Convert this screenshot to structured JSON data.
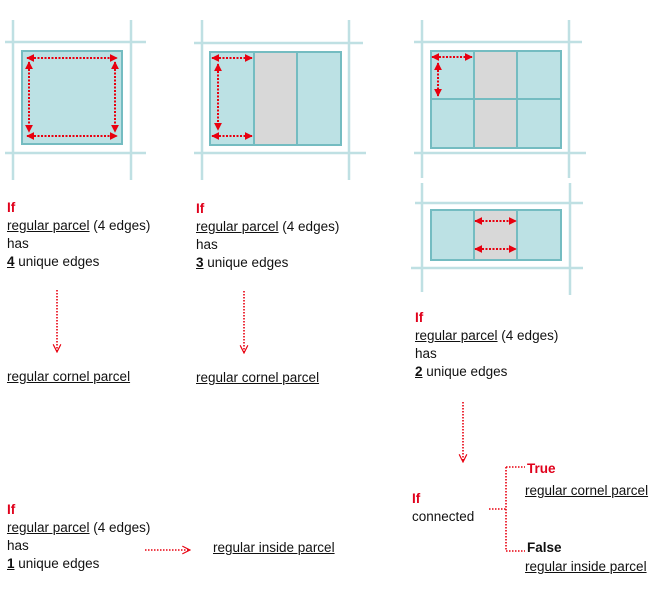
{
  "colors": {
    "grid": "#bfe0e3",
    "parcel_fill": "#bce1e4",
    "parcel_border": "#74bcc1",
    "inner_parcel": "#d8d8d8",
    "arrow": "#e8000f",
    "condition": "#e0001b"
  },
  "blocks": [
    {
      "if": "If",
      "subject": "regular parcel",
      "subject_suffix": " (4 edges)",
      "has": "has",
      "count": "4",
      "count_suffix": " unique edges",
      "result": "regular cornel parcel"
    },
    {
      "if": "If",
      "subject": "regular parcel",
      "subject_suffix": " (4 edges)",
      "has": "has",
      "count": "3",
      "count_suffix": " unique edges",
      "result": "regular cornel parcel"
    },
    {
      "if": "If",
      "subject": "regular parcel",
      "subject_suffix": " (4 edges)",
      "has": "has",
      "count": "2",
      "count_suffix": " unique edges"
    },
    {
      "if": "If",
      "subject": "regular parcel",
      "subject_suffix": " (4 edges)",
      "has": "has",
      "count": "1",
      "count_suffix": " unique edges",
      "result": "regular inside parcel"
    }
  ],
  "branch": {
    "if": "If",
    "condition": "connected",
    "true_label": "True",
    "true_result": "regular cornel parcel",
    "false_label": "False",
    "false_result": "regular inside parcel"
  }
}
